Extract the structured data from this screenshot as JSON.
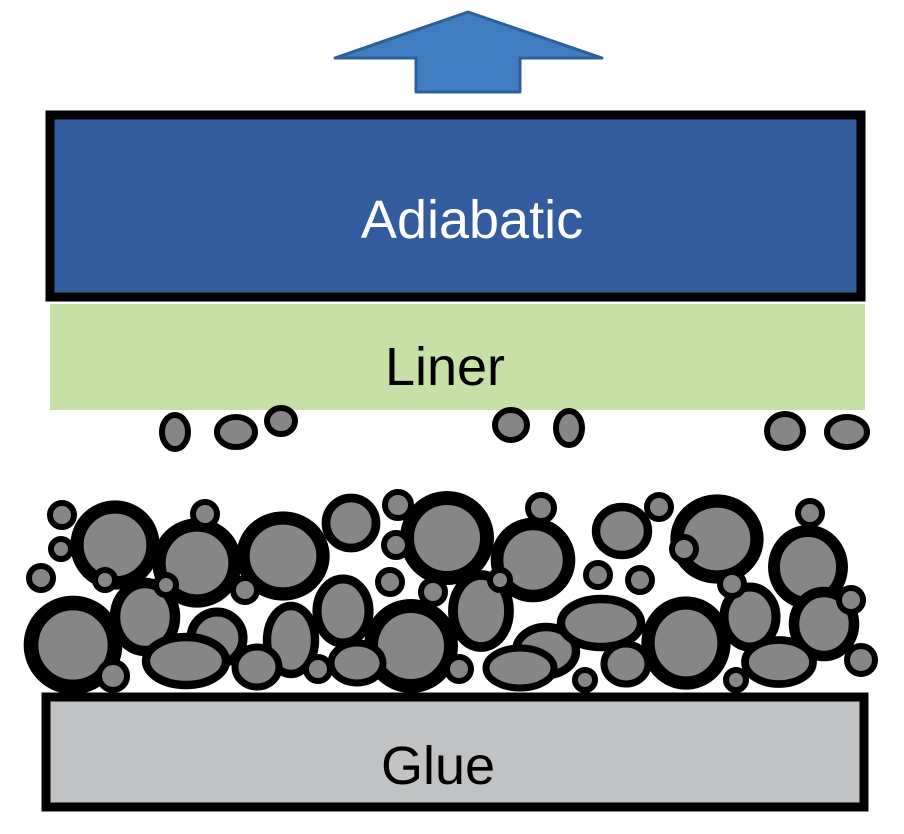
{
  "layers": {
    "adiabatic": {
      "label": "Adiabatic",
      "fill": "#335c9e",
      "text_color": "#ffffff"
    },
    "liner": {
      "label": "Liner",
      "fill": "#c7e0a6",
      "text_color": "#000000"
    },
    "glue": {
      "label": "Glue",
      "fill": "#c0c2c3",
      "text_color": "#000000"
    }
  },
  "arrow": {
    "fill": "#3f7cc0",
    "direction": "up"
  },
  "particles": {
    "fill": "#868686",
    "outline": "#000000"
  }
}
